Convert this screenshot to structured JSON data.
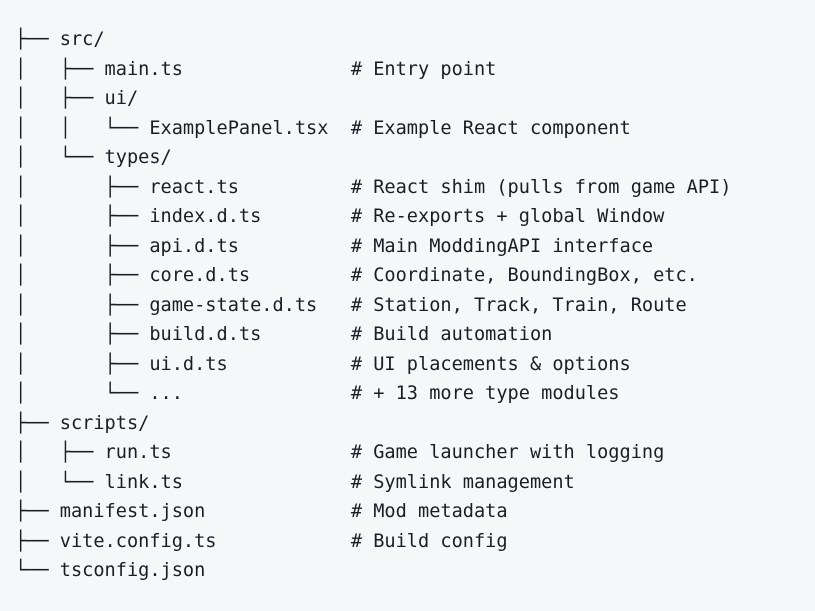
{
  "view": {
    "name": "directory-tree",
    "background_color": "#f6f7f9",
    "text_color": "#1a1d23",
    "comment_column": 30
  },
  "tree": {
    "lines": [
      {
        "prefix": "├── ",
        "name": "src/",
        "comment": ""
      },
      {
        "prefix": "│   ├── ",
        "name": "main.ts",
        "comment": "# Entry point"
      },
      {
        "prefix": "│   ├── ",
        "name": "ui/",
        "comment": ""
      },
      {
        "prefix": "│   │   └── ",
        "name": "ExamplePanel.tsx",
        "comment": "# Example React component"
      },
      {
        "prefix": "│   └── ",
        "name": "types/",
        "comment": ""
      },
      {
        "prefix": "│       ├── ",
        "name": "react.ts",
        "comment": "# React shim (pulls from game API)"
      },
      {
        "prefix": "│       ├── ",
        "name": "index.d.ts",
        "comment": "# Re-exports + global Window"
      },
      {
        "prefix": "│       ├── ",
        "name": "api.d.ts",
        "comment": "# Main ModdingAPI interface"
      },
      {
        "prefix": "│       ├── ",
        "name": "core.d.ts",
        "comment": "# Coordinate, BoundingBox, etc."
      },
      {
        "prefix": "│       ├── ",
        "name": "game-state.d.ts",
        "comment": "# Station, Track, Train, Route"
      },
      {
        "prefix": "│       ├── ",
        "name": "build.d.ts",
        "comment": "# Build automation"
      },
      {
        "prefix": "│       ├── ",
        "name": "ui.d.ts",
        "comment": "# UI placements & options"
      },
      {
        "prefix": "│       └── ",
        "name": "...",
        "comment": "# + 13 more type modules"
      },
      {
        "prefix": "├── ",
        "name": "scripts/",
        "comment": ""
      },
      {
        "prefix": "│   ├── ",
        "name": "run.ts",
        "comment": "# Game launcher with logging"
      },
      {
        "prefix": "│   └── ",
        "name": "link.ts",
        "comment": "# Symlink management"
      },
      {
        "prefix": "├── ",
        "name": "manifest.json",
        "comment": "# Mod metadata"
      },
      {
        "prefix": "├── ",
        "name": "vite.config.ts",
        "comment": "# Build config"
      },
      {
        "prefix": "└── ",
        "name": "tsconfig.json",
        "comment": ""
      }
    ]
  }
}
